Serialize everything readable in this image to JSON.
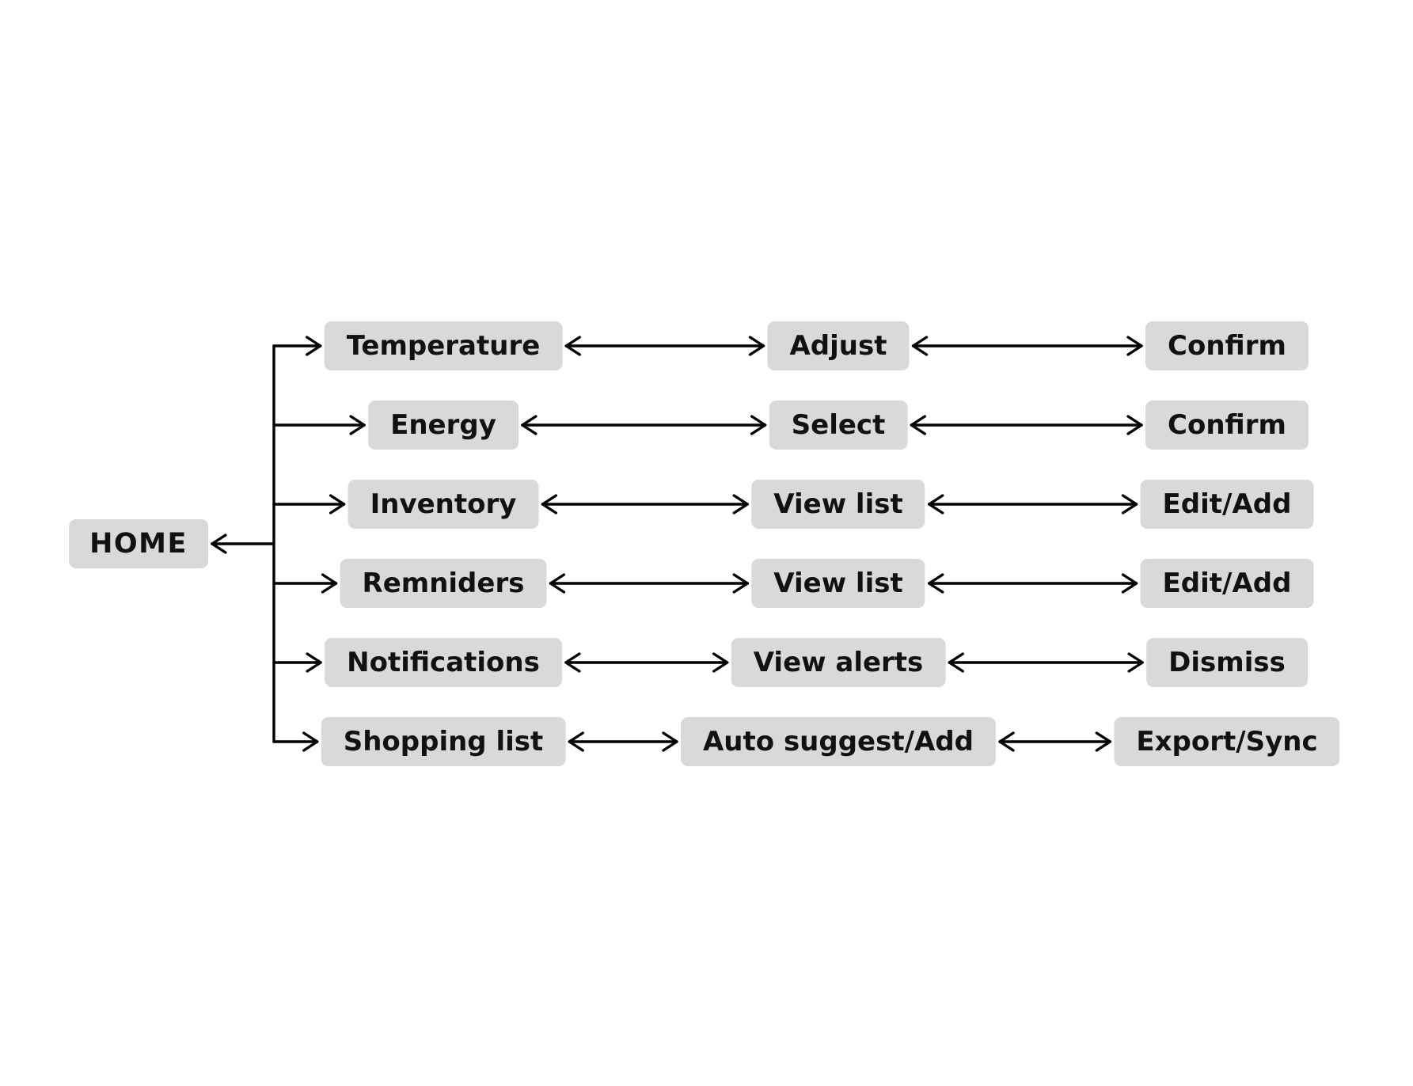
{
  "diagram": {
    "home": {
      "label": "HOME"
    },
    "rows": [
      {
        "level1": "Temperature",
        "level2": "Adjust",
        "level3": "Confirm"
      },
      {
        "level1": "Energy",
        "level2": "Select",
        "level3": "Confirm"
      },
      {
        "level1": "Inventory",
        "level2": "View list",
        "level3": "Edit/Add"
      },
      {
        "level1": "Remniders",
        "level2": "View list",
        "level3": "Edit/Add"
      },
      {
        "level1": "Notifications",
        "level2": "View alerts",
        "level3": "Dismiss"
      },
      {
        "level1": "Shopping list",
        "level2": "Auto suggest/Add",
        "level3": "Export/Sync"
      }
    ],
    "colors": {
      "background": "#ffffff",
      "box_bg": "#d9d9d9",
      "box_text": "#111111",
      "line": "#000000"
    }
  }
}
